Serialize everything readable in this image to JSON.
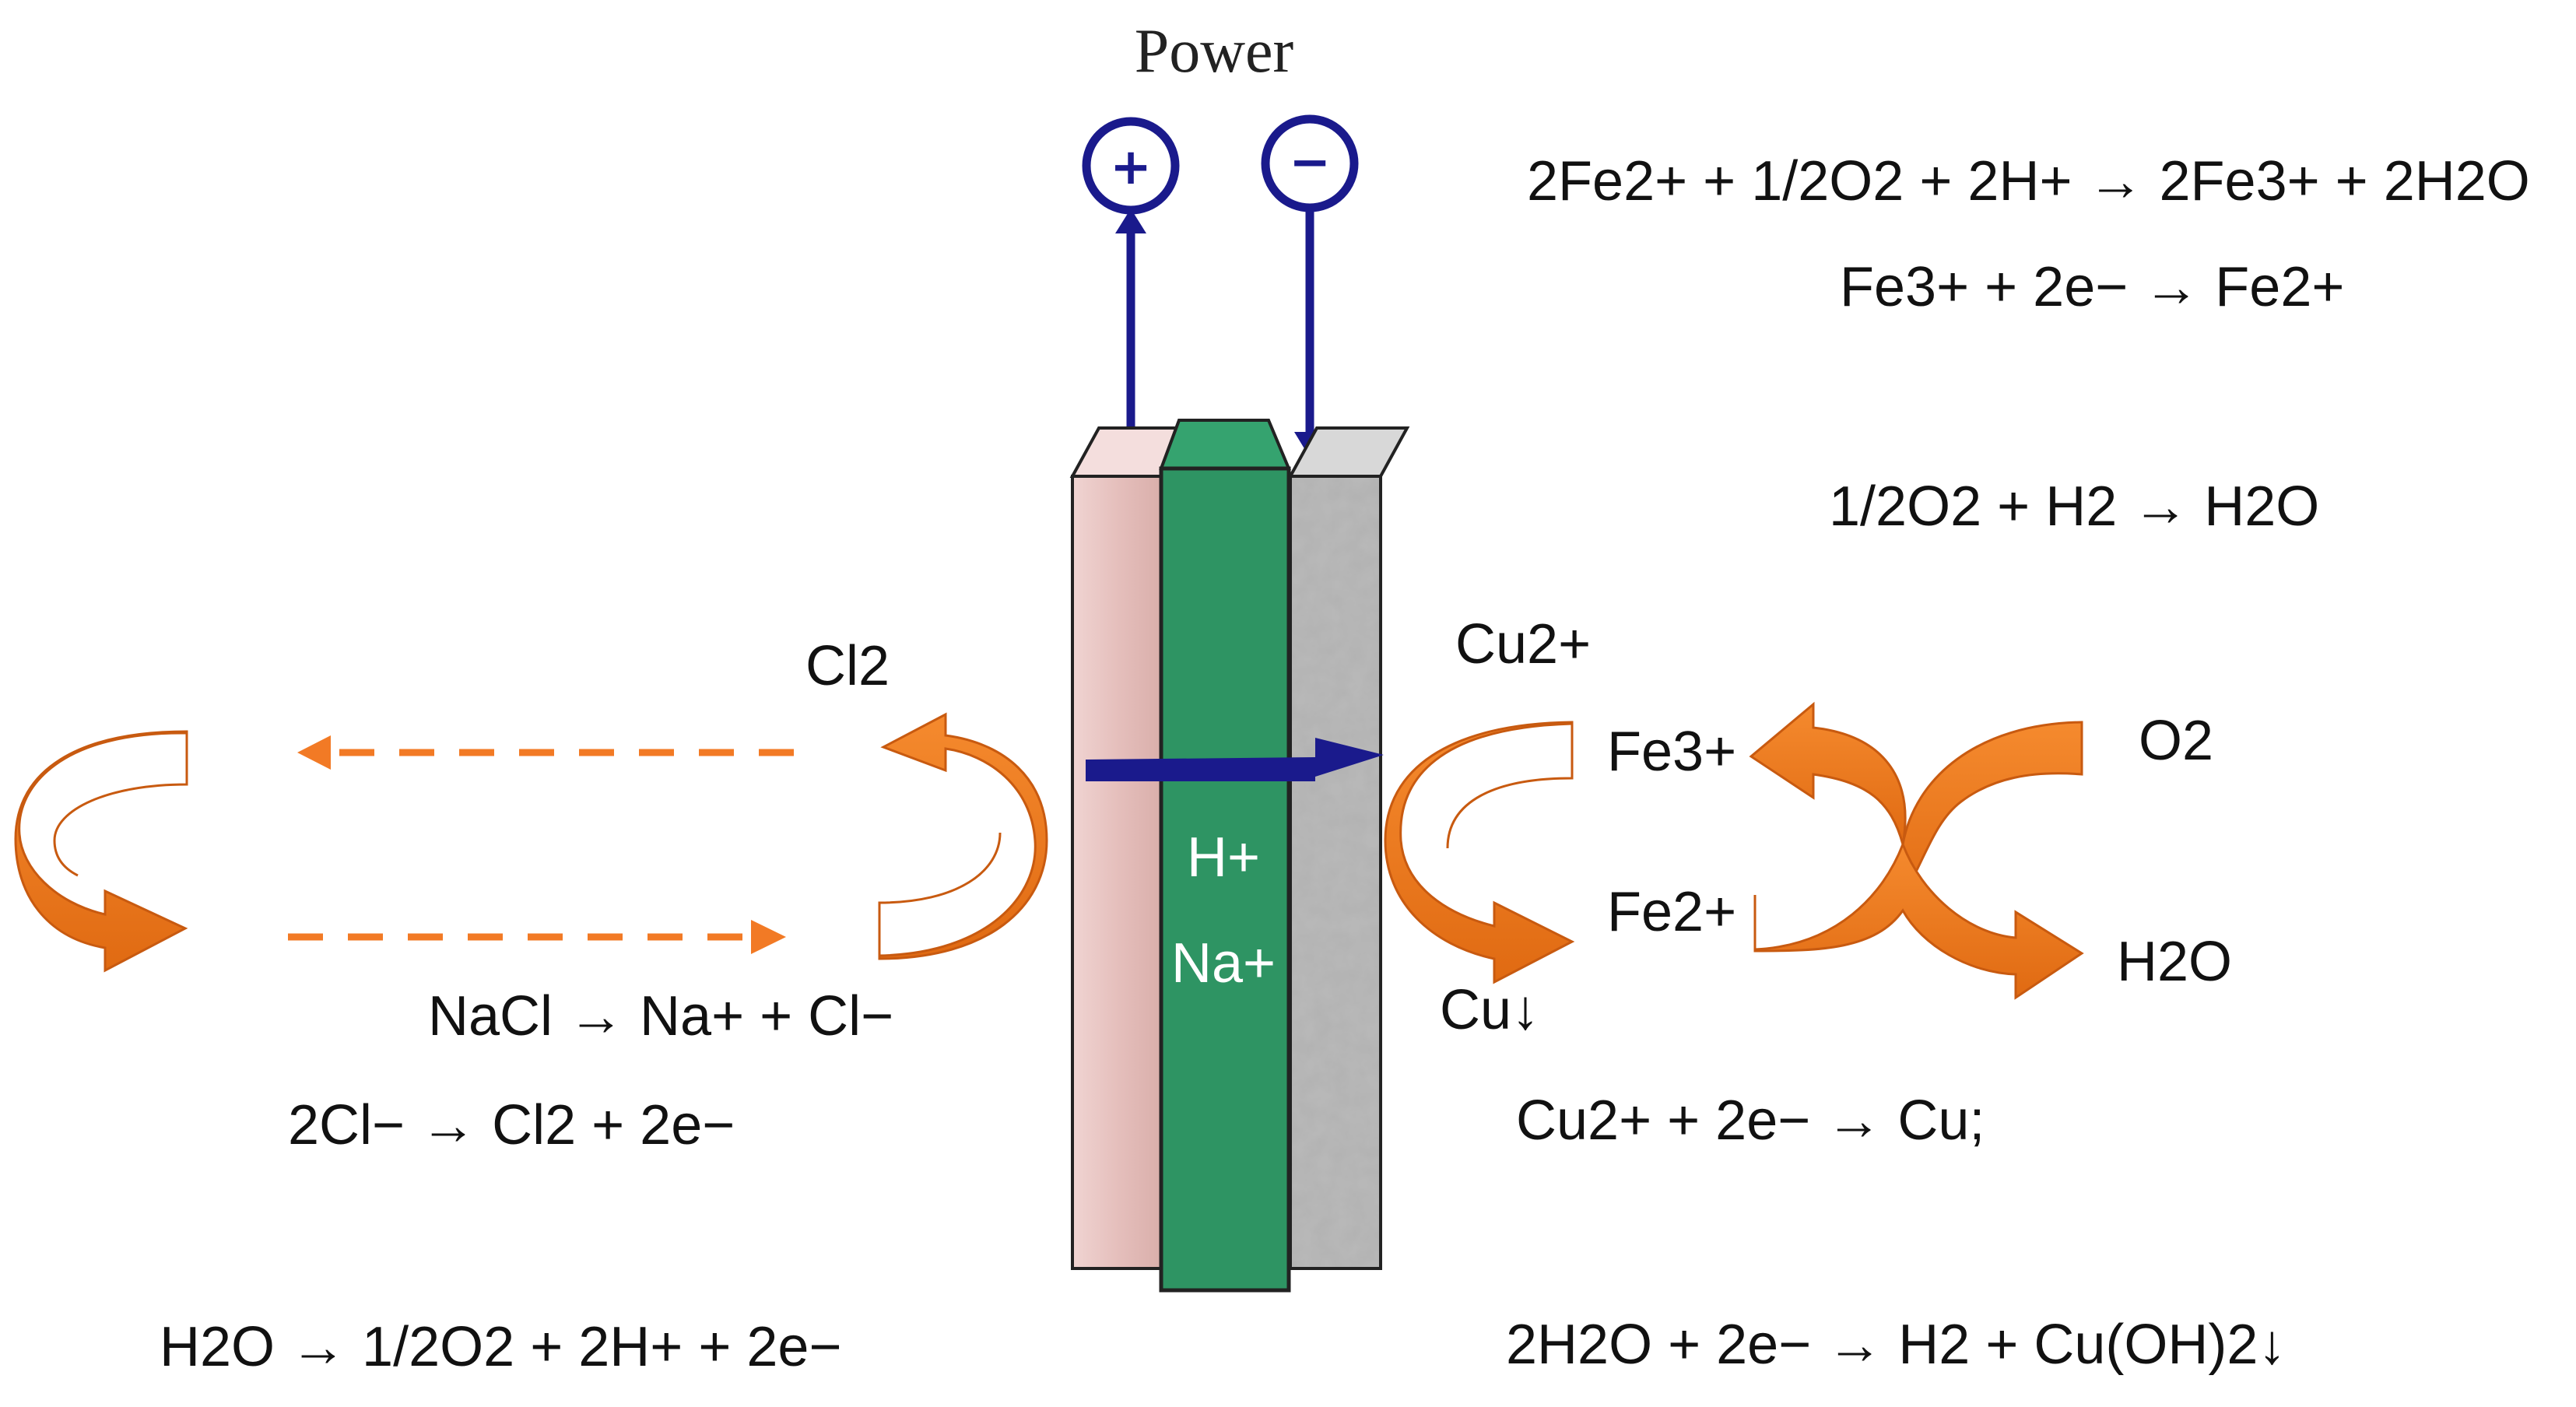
{
  "title": "Power",
  "terminals": {
    "positive": "+",
    "negative": "−"
  },
  "membrane_ions": {
    "proton": "H+",
    "sodium": "Na+"
  },
  "left_reactions": {
    "cl2_label": "Cl2",
    "nacl": "NaCl → Na+ + Cl−",
    "chloride_oxidation": "2Cl− → Cl2 + 2e−",
    "water_oxidation": "H2O → 1/2O2 + 2H+ + 2e−"
  },
  "right_reactions": {
    "iron_oxidation": "2Fe2+ + 1/2O2 + 2H+ → 2Fe3+ + 2H2O",
    "iron_reduction": "Fe3+ + 2e− → Fe2+",
    "water_formation": "1/2O2 + H2 → H2O",
    "cu2_label": "Cu2+",
    "fe3_label": "Fe3+",
    "fe2_label": "Fe2+",
    "o2_label": "O2",
    "h2o_label": "H2O",
    "cu_precipitate": "Cu↓",
    "copper_reduction": "Cu2+ + 2e− → Cu;",
    "hydroxide_formation": "2H2O + 2e− → H2 + Cu(OH)2↓"
  },
  "colors": {
    "anode": "#e8c4c1",
    "membrane": "#2e9463",
    "cathode": "#9a9a9a",
    "wire": "#1a1a8c",
    "cycle_arrow": "#f07820",
    "cycle_arrow_dark": "#c85a10",
    "dashed_arrow": "#f27a25"
  }
}
